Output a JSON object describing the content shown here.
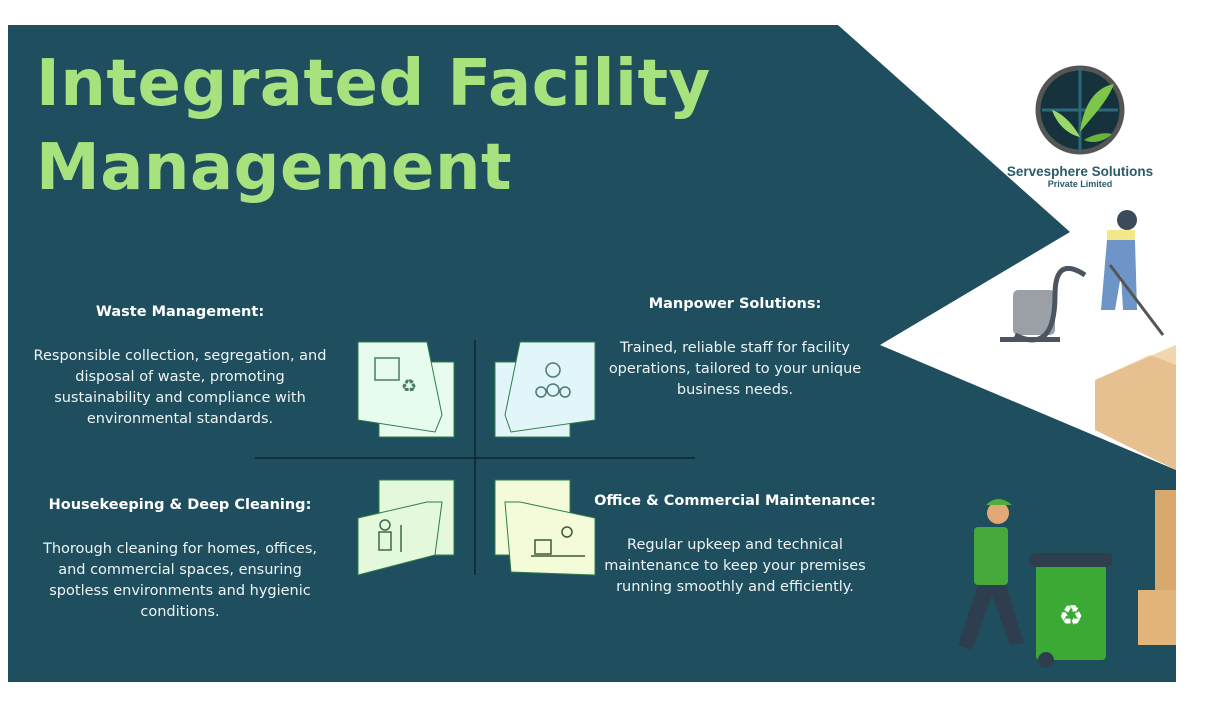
{
  "title": {
    "line1": "Integrated Facility",
    "line2": "Management"
  },
  "logo": {
    "name": "Servesphere Solutions",
    "subtitle": "Private Limited"
  },
  "colors": {
    "background": "#1f4e5f",
    "title": "#a8e27f",
    "text": "#ffffff"
  },
  "sections": [
    {
      "heading": "Waste Management:",
      "body": "Responsible collection, segregation, and disposal of waste, promoting sustainability and compliance with environmental standards.",
      "icon": "box-recycle-icon"
    },
    {
      "heading": "Manpower Solutions:",
      "body": "Trained, reliable staff for facility operations, tailored to your unique business needs.",
      "icon": "team-gear-icon"
    },
    {
      "heading": "Housekeeping & Deep Cleaning:",
      "body": "Thorough cleaning for homes, offices, and commercial spaces, ensuring spotless environments and hygienic conditions.",
      "icon": "cleaner-broom-icon"
    },
    {
      "heading": "Office & Commercial Maintenance:",
      "body": "Regular upkeep and technical maintenance to keep your premises running smoothly and efficiently.",
      "icon": "cashier-worker-icon"
    }
  ]
}
